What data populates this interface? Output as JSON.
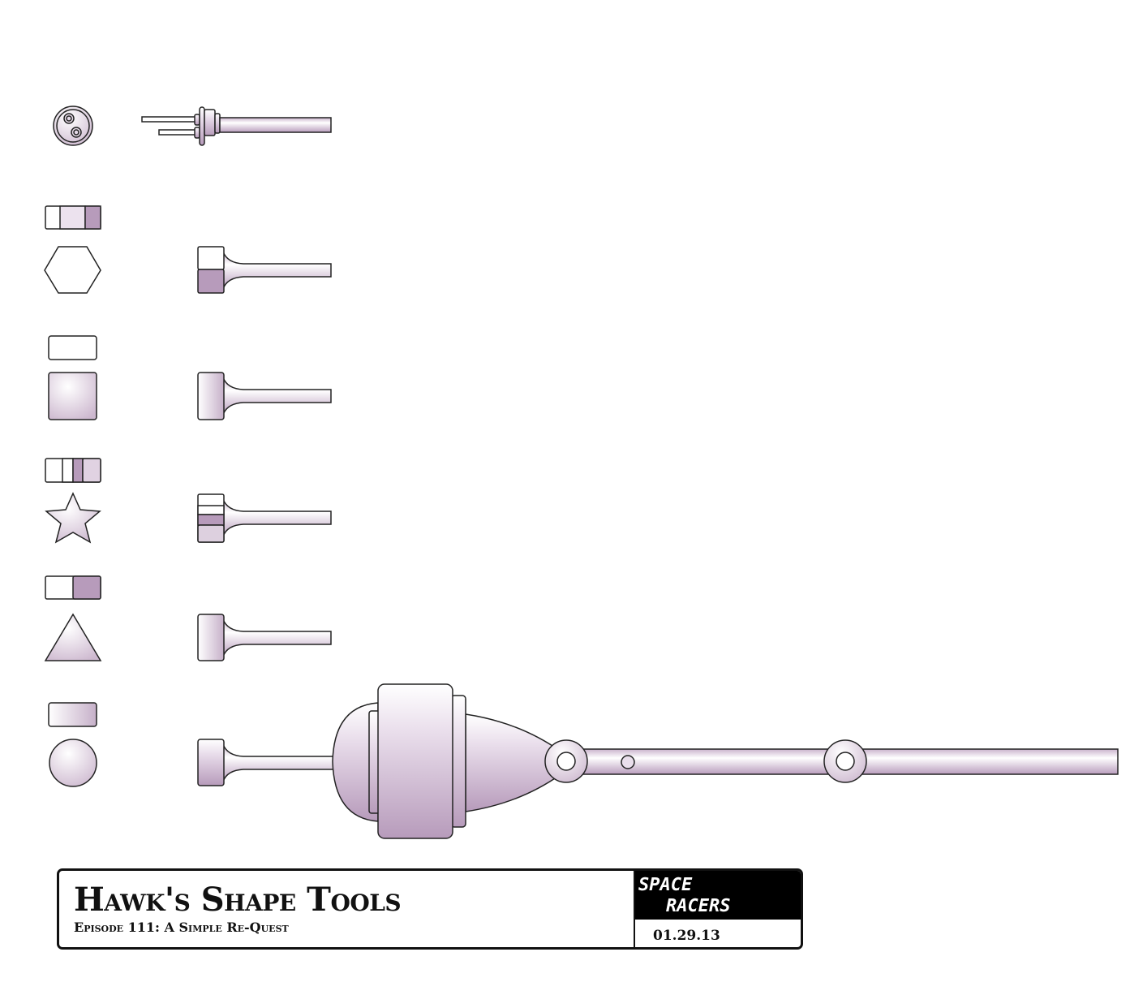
{
  "title_block": {
    "title": "Hawk's Shape Tools",
    "subtitle": "Episode 111: A Simple Re-Quest",
    "logo_line1": "SPACE",
    "logo_line2": "RACERS",
    "date": "01.29.13"
  },
  "colors": {
    "purple_dark": "#b79bbb",
    "purple_light": "#ece2ee",
    "outline": "#222222"
  }
}
